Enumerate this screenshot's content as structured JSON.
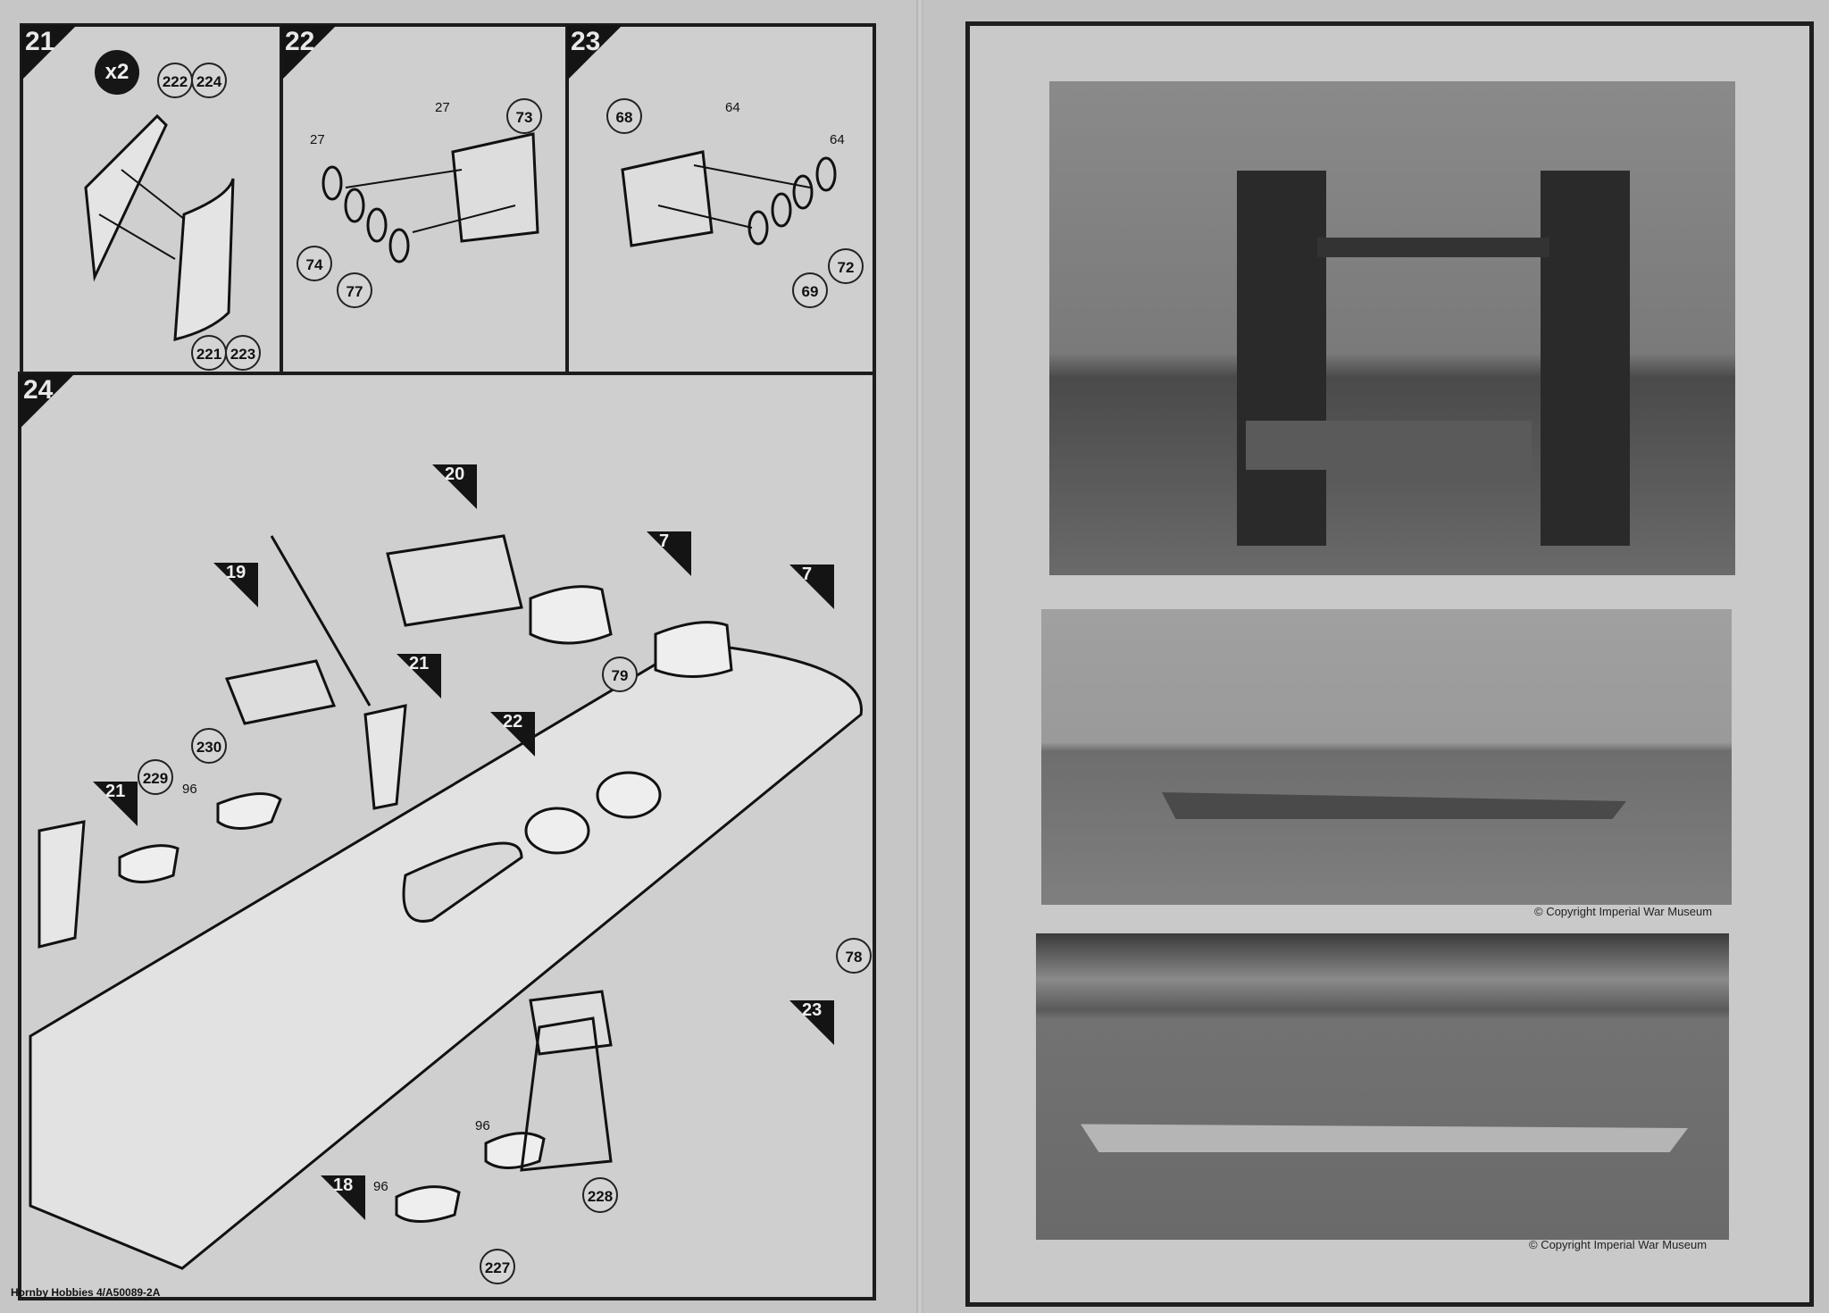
{
  "left_page": {
    "steps": [
      {
        "number": "21",
        "multiplier": "x2",
        "parts": [
          "222",
          "224",
          "221",
          "223"
        ]
      },
      {
        "number": "22",
        "parts": [
          "27",
          "73",
          "74",
          "77"
        ]
      },
      {
        "number": "23",
        "parts": [
          "68",
          "64",
          "64",
          "72",
          "69"
        ]
      },
      {
        "number": "24",
        "parts": [
          "79",
          "230",
          "229",
          "96",
          "78",
          "96",
          "228",
          "96",
          "227"
        ],
        "sub_assembly_refs": [
          "20",
          "19",
          "7",
          "7",
          "21",
          "21",
          "22",
          "23",
          "18"
        ]
      }
    ],
    "footer": "Hornby Hobbies 4/A50089-2A"
  },
  "right_page": {
    "photos": [
      {
        "subject": "tower-bridge-cruiser"
      },
      {
        "subject": "camouflaged-cruiser",
        "credit": "© Copyright Imperial War Museum"
      },
      {
        "subject": "cruiser-at-anchor",
        "credit": "© Copyright Imperial War Museum"
      }
    ]
  }
}
